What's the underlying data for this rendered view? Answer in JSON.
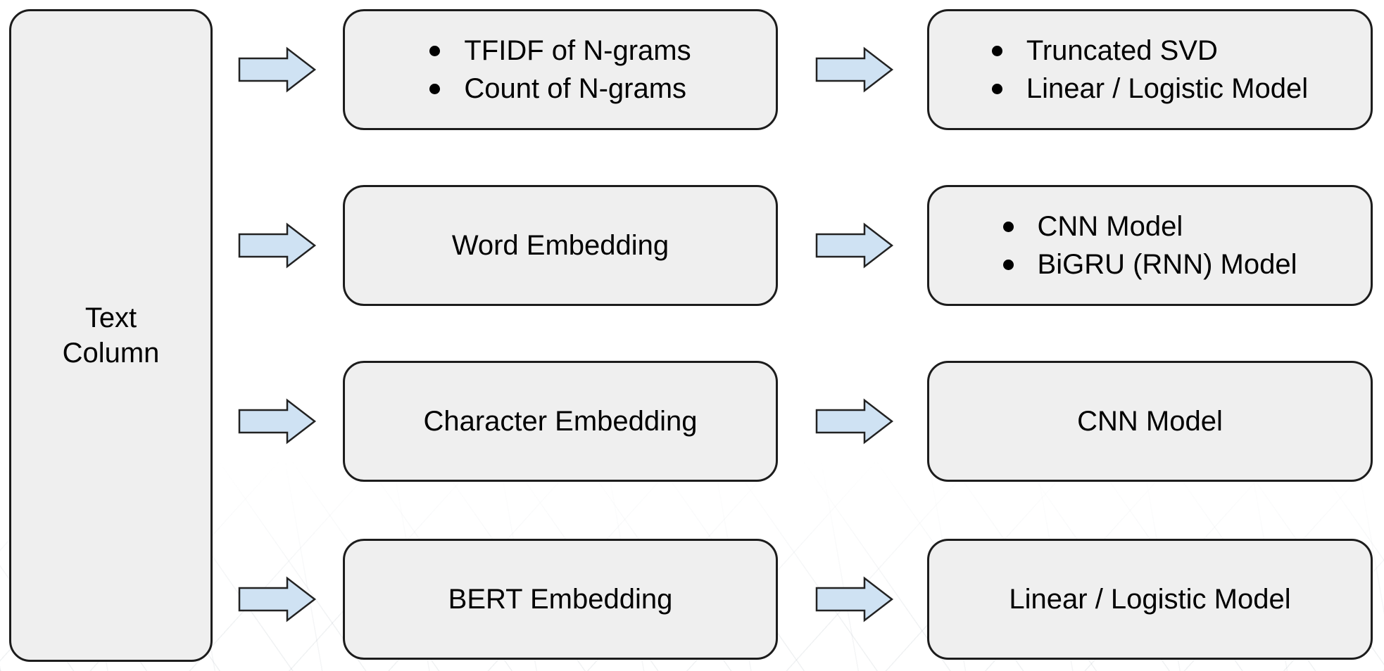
{
  "diagram": {
    "source": {
      "label": "Text\nColumn"
    },
    "rows": [
      {
        "feature": {
          "items": [
            "TFIDF of N-grams",
            "Count of N-grams"
          ]
        },
        "model": {
          "items": [
            "Truncated SVD",
            "Linear / Logistic Model"
          ]
        }
      },
      {
        "feature": {
          "label": "Word Embedding"
        },
        "model": {
          "items": [
            "CNN Model",
            "BiGRU (RNN) Model"
          ]
        }
      },
      {
        "feature": {
          "label": "Character Embedding"
        },
        "model": {
          "label": "CNN Model"
        }
      },
      {
        "feature": {
          "label": "BERT Embedding"
        },
        "model": {
          "label": "Linear / Logistic Model"
        }
      }
    ],
    "colors": {
      "box_fill": "#efefef",
      "box_border": "#1c1c1c",
      "arrow_fill": "#cfe2f3",
      "arrow_border": "#222222",
      "text": "#000000",
      "background": "#ffffff"
    }
  }
}
